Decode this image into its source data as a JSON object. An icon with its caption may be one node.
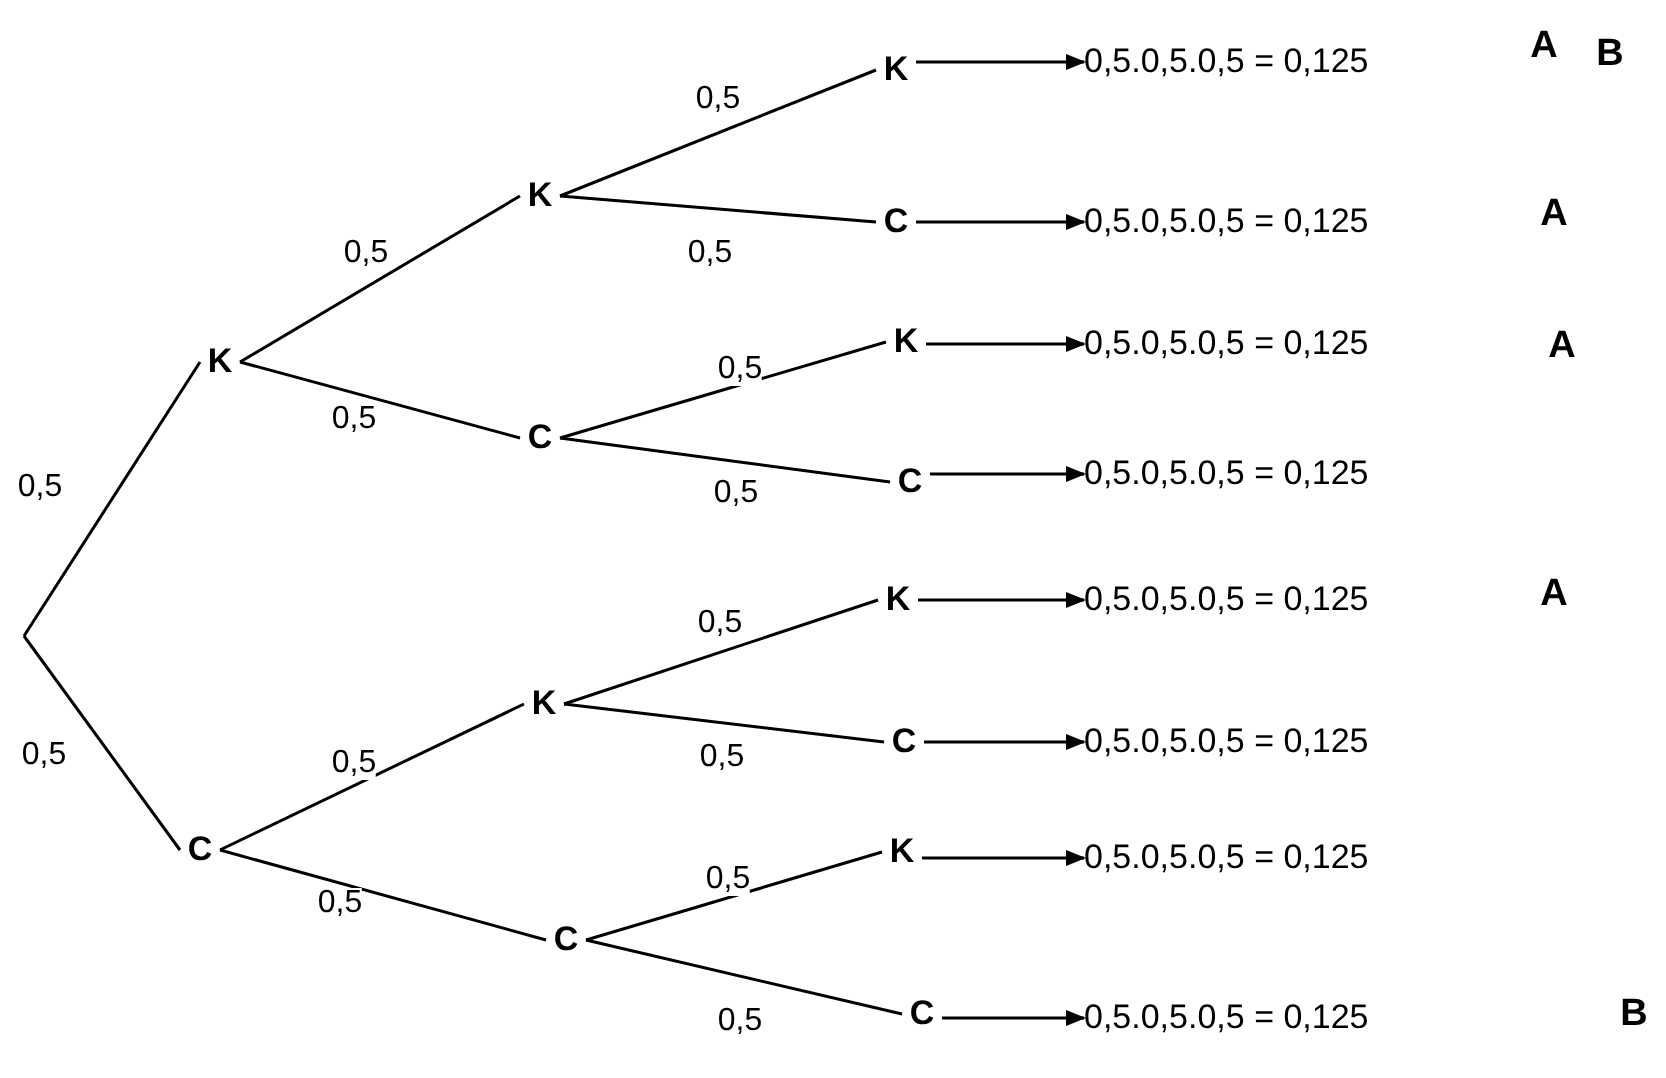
{
  "diagram": {
    "nodes": [
      {
        "text": [
          "K"
        ]
      },
      {
        "text": [
          "C"
        ]
      },
      {
        "text": [
          "K"
        ]
      },
      {
        "text": [
          "C"
        ]
      },
      {
        "text": [
          "K"
        ]
      },
      {
        "text": [
          "C"
        ]
      },
      {
        "text": [
          "K"
        ]
      },
      {
        "text": [
          "C"
        ]
      },
      {
        "text": [
          "K"
        ]
      },
      {
        "text": [
          "C"
        ]
      },
      {
        "text": [
          "K"
        ]
      },
      {
        "text": [
          "C"
        ]
      },
      {
        "text": [
          "K"
        ]
      },
      {
        "text": [
          "C"
        ]
      },
      {
        "text": [
          "0,5.0,5.0,5 = 0,125"
        ]
      },
      {
        "text": [
          "0,5.0,5.0,5 = 0,125"
        ]
      },
      {
        "text": [
          "0,5.0,5.0,5 = 0,125"
        ]
      },
      {
        "text": [
          "0,5.0,5.0,5 = 0,125"
        ]
      },
      {
        "text": [
          "0,5.0,5.0,5 = 0,125"
        ]
      },
      {
        "text": [
          "0,5.0,5.0,5 = 0,125"
        ]
      },
      {
        "text": [
          "0,5.0,5.0,5 = 0,125"
        ]
      },
      {
        "text": [
          "0,5.0,5.0,5 = 0,125"
        ]
      }
    ],
    "labels": [
      "A",
      "B",
      "A",
      "A",
      "A",
      "B"
    ],
    "edges": [
      {
        "from": null,
        "to": 0,
        "arrow": "none",
        "label": "0,5"
      },
      {
        "from": null,
        "to": 1,
        "arrow": "none",
        "label": "0,5"
      },
      {
        "from": 0,
        "to": 2,
        "arrow": "none",
        "label": "0,5"
      },
      {
        "from": 0,
        "to": 3,
        "arrow": "none",
        "label": "0,5"
      },
      {
        "from": 1,
        "to": 4,
        "arrow": "none",
        "label": "0,5"
      },
      {
        "from": 1,
        "to": 5,
        "arrow": "none",
        "label": "0,5"
      },
      {
        "from": 2,
        "to": 6,
        "arrow": "none",
        "label": "0,5"
      },
      {
        "from": 2,
        "to": 7,
        "arrow": "none",
        "label": "0,5"
      },
      {
        "from": 3,
        "to": 8,
        "arrow": "none",
        "label": "0,5"
      },
      {
        "from": 3,
        "to": 9,
        "arrow": "none",
        "label": "0,5"
      },
      {
        "from": 4,
        "to": 10,
        "arrow": "none",
        "label": "0,5"
      },
      {
        "from": 4,
        "to": 11,
        "arrow": "none",
        "label": "0,5"
      },
      {
        "from": 5,
        "to": 12,
        "arrow": "none",
        "label": "0,5"
      },
      {
        "from": 5,
        "to": 13,
        "arrow": "none",
        "label": "0,5"
      },
      {
        "from": 6,
        "to": 14,
        "arrow": "to"
      },
      {
        "from": 7,
        "to": 15,
        "arrow": "to"
      },
      {
        "from": 8,
        "to": 16,
        "arrow": "to"
      },
      {
        "from": 9,
        "to": 17,
        "arrow": "to"
      },
      {
        "from": 10,
        "to": 18,
        "arrow": "to"
      },
      {
        "from": 11,
        "to": 19,
        "arrow": "to"
      },
      {
        "from": 12,
        "to": 20,
        "arrow": "to"
      },
      {
        "from": 13,
        "to": 21,
        "arrow": "to"
      }
    ]
  }
}
